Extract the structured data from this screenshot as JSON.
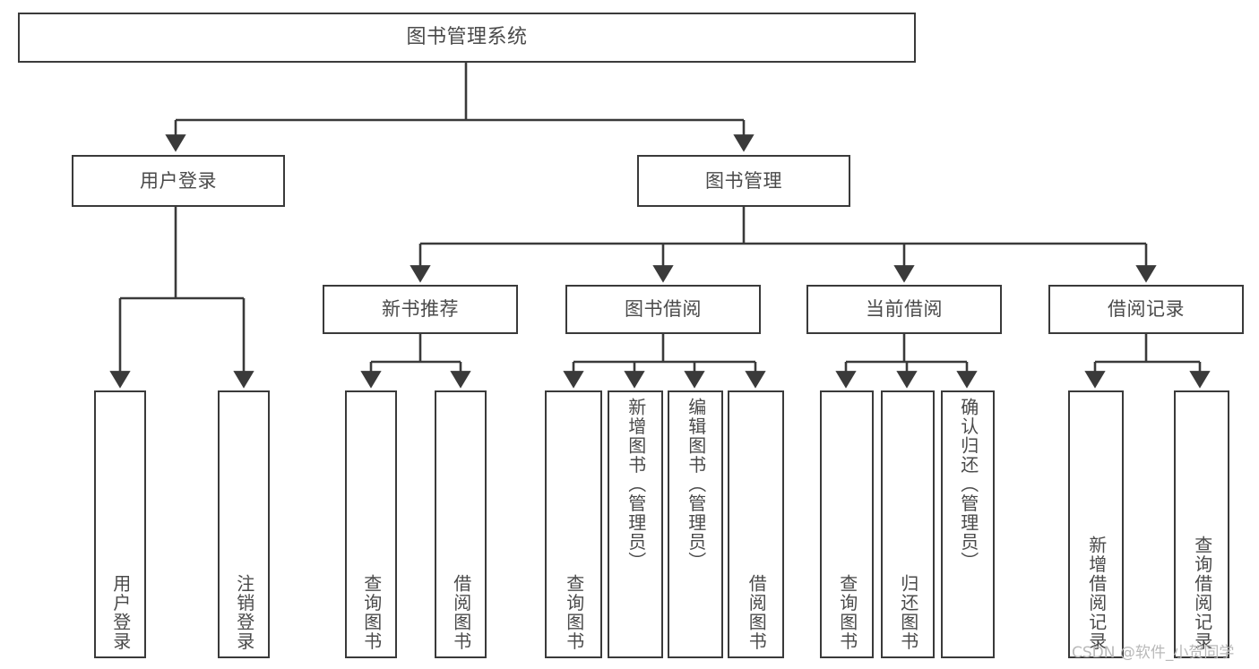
{
  "diagram": {
    "title": "图书管理系统",
    "type": "tree",
    "orientation": "top-down",
    "theme": {
      "background": "#ffffff",
      "node_border": "#3a3a3a",
      "node_fill": "#ffffff",
      "text": "#4a4a4a",
      "connector": "#3a3a3a",
      "watermark": "#b9b9b9"
    },
    "watermark": "CSDN @软件_小贺同学",
    "nodes": {
      "root": {
        "label": "图书管理系统"
      },
      "level1": [
        {
          "label": "用户登录"
        },
        {
          "label": "图书管理"
        }
      ],
      "level2": [
        {
          "label": "新书推荐"
        },
        {
          "label": "图书借阅"
        },
        {
          "label": "当前借阅"
        },
        {
          "label": "借阅记录"
        }
      ],
      "leaves": {
        "user_login": [
          {
            "label": "用户登录"
          },
          {
            "label": "注销登录"
          }
        ],
        "new_book_recommend": [
          {
            "label": "查询图书"
          },
          {
            "label": "借阅图书"
          }
        ],
        "book_borrow": [
          {
            "label": "查询图书"
          },
          {
            "label": "新增图书（管理员）"
          },
          {
            "label": "编辑图书（管理员）"
          },
          {
            "label": "借阅图书"
          }
        ],
        "current_borrow": [
          {
            "label": "查询图书"
          },
          {
            "label": "归还图书"
          },
          {
            "label": "确认归还（管理员）"
          }
        ],
        "borrow_record": [
          {
            "label": "新增借阅记录"
          },
          {
            "label": "查询借阅记录"
          }
        ]
      }
    }
  }
}
